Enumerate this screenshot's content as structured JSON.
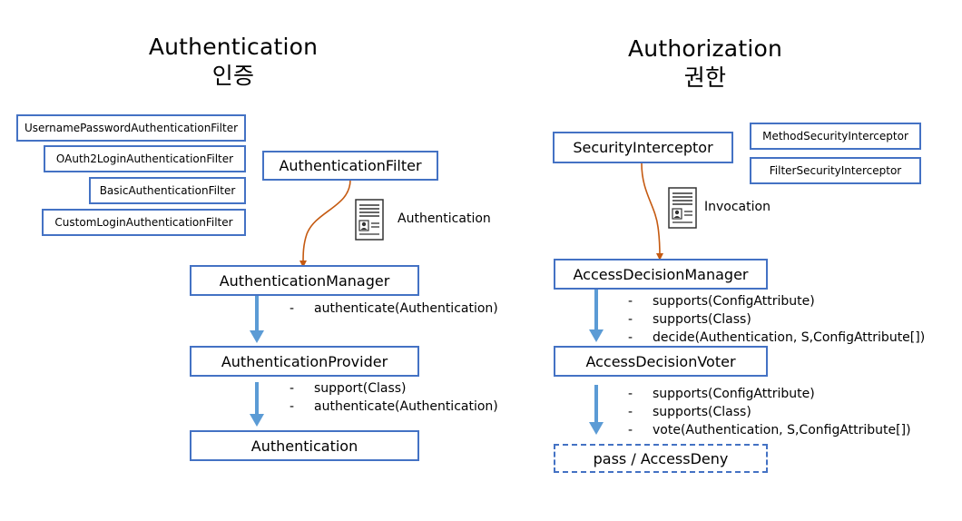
{
  "colors": {
    "box_border": "#4472c4",
    "flow_arrow": "#5b9bd5",
    "curve_arrow": "#c55a11"
  },
  "authentication": {
    "title": "Authentication",
    "title_korean": "인증",
    "filters": [
      "UsernamePasswordAuthenticationFilter",
      "OAuth2LoginAuthenticationFilter",
      "BasicAuthenticationFilter",
      "CustomLoginAuthenticationFilter"
    ],
    "filter_box": "AuthenticationFilter",
    "token_label": "Authentication",
    "manager": "AuthenticationManager",
    "manager_methods": [
      "authenticate(Authentication)"
    ],
    "provider": "AuthenticationProvider",
    "provider_methods": [
      "support(Class)",
      "authenticate(Authentication)"
    ],
    "result": "Authentication"
  },
  "authorization": {
    "title": "Authorization",
    "title_korean": "권한",
    "interceptor": "SecurityInterceptor",
    "interceptor_types": [
      "MethodSecurityInterceptor",
      "FilterSecurityInterceptor"
    ],
    "token_label": "Invocation",
    "manager": "AccessDecisionManager",
    "manager_methods": [
      "supports(ConfigAttribute)",
      "supports(Class)",
      "decide(Authentication, S,ConfigAttribute[])"
    ],
    "voter": "AccessDecisionVoter",
    "voter_methods": [
      "supports(ConfigAttribute)",
      "supports(Class)",
      "vote(Authentication, S,ConfigAttribute[])"
    ],
    "result": "pass / AccessDeny"
  },
  "bullet_marker": "-"
}
